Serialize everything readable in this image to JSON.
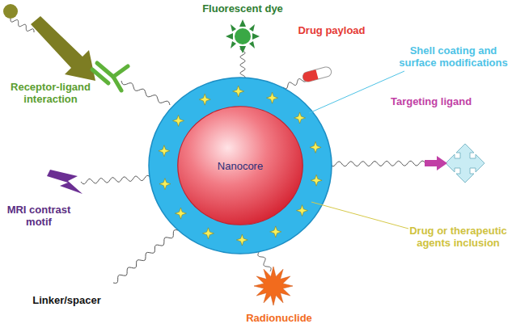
{
  "diagram": {
    "nodes": [
      {
        "text": [
          "Nanocore"
        ]
      }
    ],
    "labels": [
      "Receptor-ligand interaction",
      "Fluorescent dye",
      "Drug payload",
      "Shell coating and surface modifications",
      "Targeting ligand",
      "Drug or therapeutic agents inclusion",
      "Radionuclide",
      "Linker/spacer",
      "MRI contrast motif"
    ]
  }
}
